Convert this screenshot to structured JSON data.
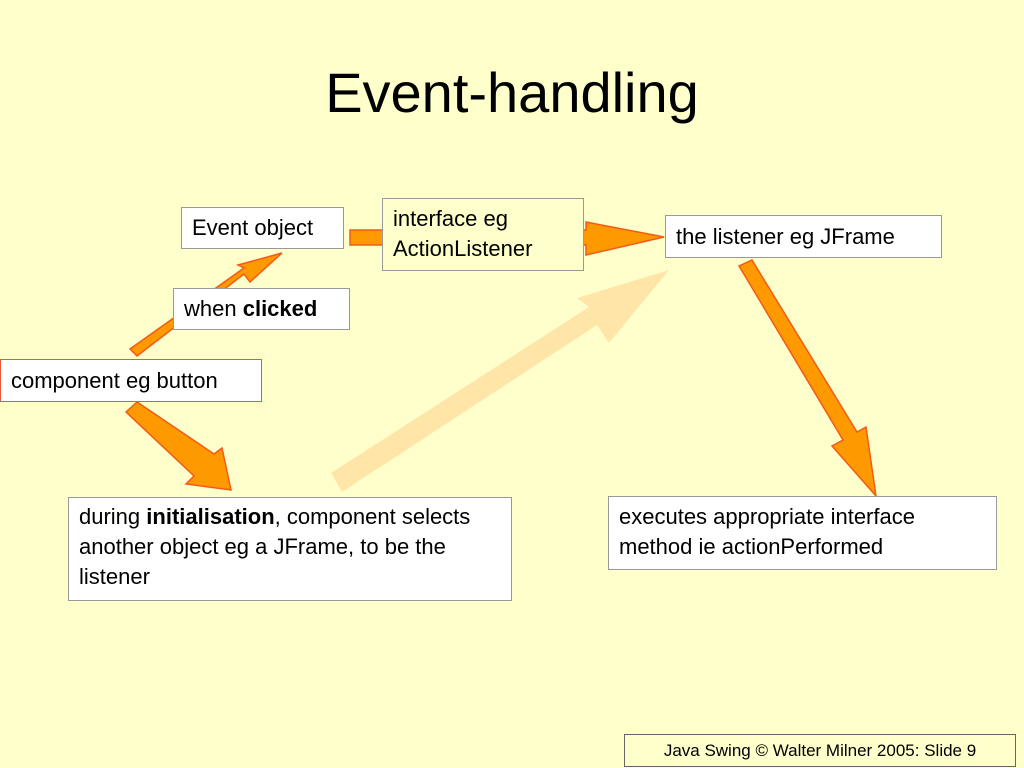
{
  "slide": {
    "title": "Event-handling",
    "footer": "Java Swing © Walter Milner 2005: Slide 9"
  },
  "nodes": {
    "event_object": "Event object",
    "interface_line1": "interface eg",
    "interface_line2": "ActionListener",
    "listener": "the listener eg JFrame",
    "when_prefix": "when ",
    "when_bold": "clicked",
    "component": "component eg button",
    "during_prefix": "during ",
    "during_bold": "initialisation",
    "during_rest": ", component selects another object eg a JFrame, to be the listener",
    "executes": "executes appropriate interface method ie actionPerformed"
  },
  "colors": {
    "background": "#FFFFCC",
    "arrow_fill": "#FF9900",
    "arrow_stroke": "#F25A1A",
    "faded_arrow": "#FFE6A8"
  }
}
